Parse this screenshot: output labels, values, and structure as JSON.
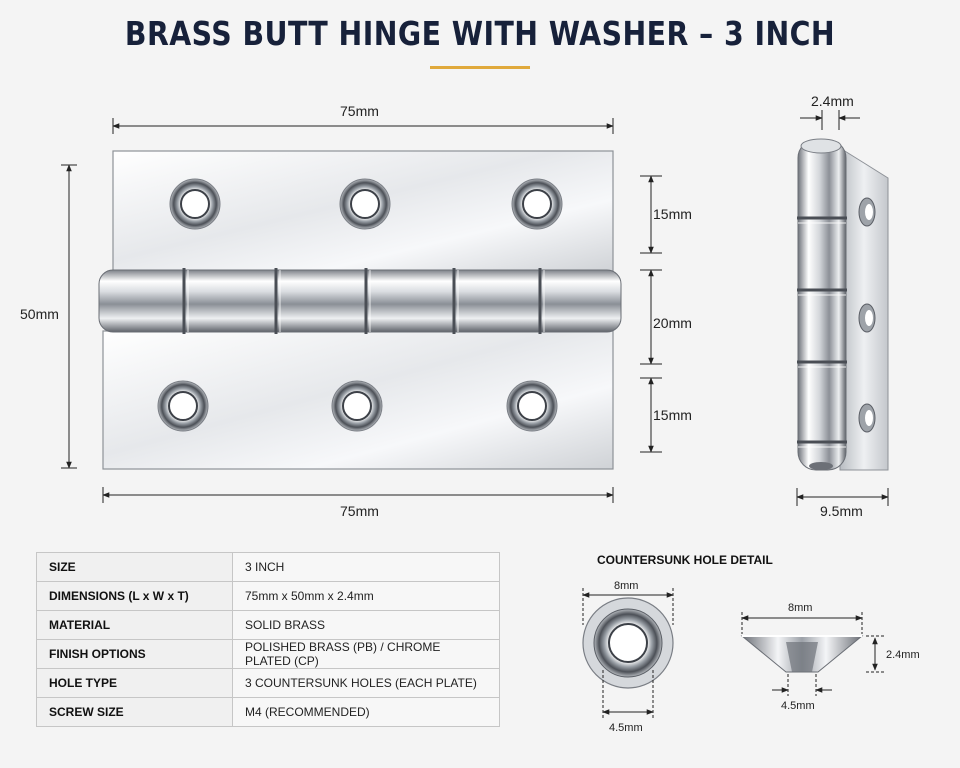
{
  "title": "BRASS BUTT HINGE WITH WASHER – 3 INCH",
  "colors": {
    "title": "#17213a",
    "accent": "#e0a93b",
    "steel_light": "#ffffff",
    "steel_dark": "#5f636a"
  },
  "front_view": {
    "top_width": "75mm",
    "bottom_width": "75mm",
    "height": "50mm",
    "segment_top": "15mm",
    "segment_middle": "20mm",
    "segment_bottom": "15mm"
  },
  "side_view": {
    "thickness": "2.4mm",
    "depth": "9.5mm"
  },
  "specs": [
    {
      "label": "SIZE",
      "value": "3 INCH"
    },
    {
      "label": "DIMENSIONS (L x W x T)",
      "value": "75mm x 50mm x 2.4mm"
    },
    {
      "label": "MATERIAL",
      "value": "SOLID BRASS"
    },
    {
      "label": "FINISH OPTIONS",
      "value": "POLISHED BRASS (PB) / CHROME PLATED (CP)"
    },
    {
      "label": "HOLE TYPE",
      "value": "3 COUNTERSUNK HOLES (EACH PLATE)"
    },
    {
      "label": "SCREW SIZE",
      "value": "M4 (RECOMMENDED)"
    }
  ],
  "countersunk": {
    "title": "COUNTERSUNK HOLE DETAIL",
    "top_outer": "8mm",
    "top_inner": "4.5mm",
    "section_outer": "8mm",
    "section_depth": "2.4mm",
    "section_inner": "4.5mm"
  }
}
